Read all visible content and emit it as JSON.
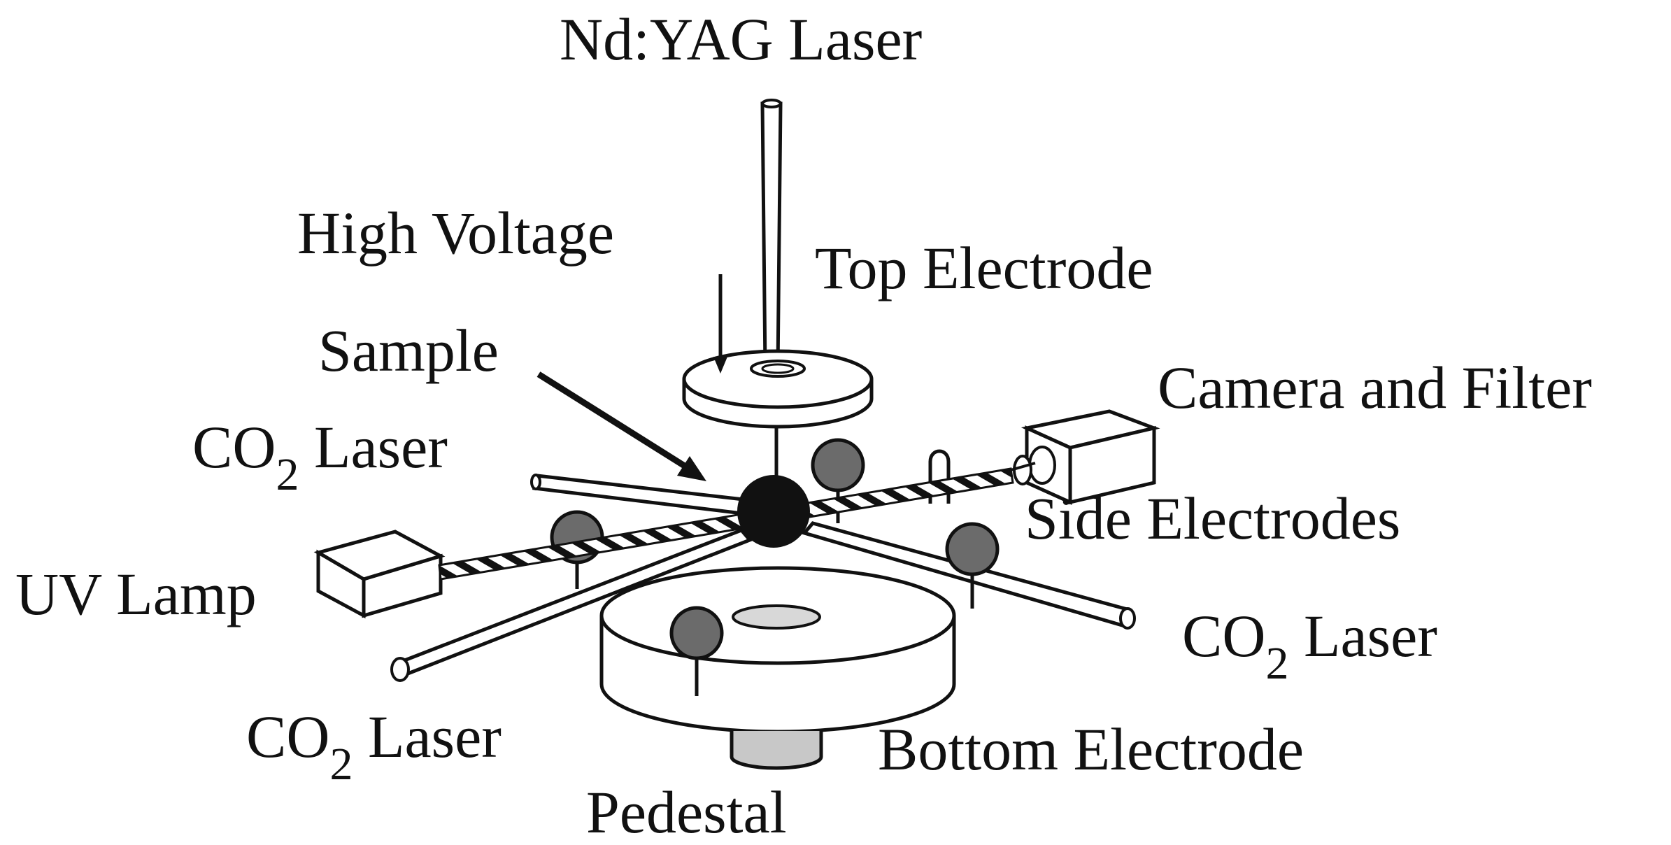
{
  "labels": {
    "nd_yag_laser": "Nd:YAG Laser",
    "high_voltage": "High Voltage",
    "top_electrode": "Top Electrode",
    "sample": "Sample",
    "camera_and_filter": "Camera and Filter",
    "co2_laser_prefix": "CO",
    "co2_laser_sub": "2",
    "co2_laser_suffix": " Laser",
    "side_electrodes": "Side Electrodes",
    "uv_lamp": "UV Lamp",
    "bottom_electrode": "Bottom Electrode",
    "pedestal": "Pedestal"
  },
  "colors": {
    "ink": "#111111",
    "electrode_gray": "#6b6b6b",
    "pedestal_gray": "#c8c8c8",
    "hole_gray": "#d8d8d8",
    "background": "#ffffff"
  }
}
